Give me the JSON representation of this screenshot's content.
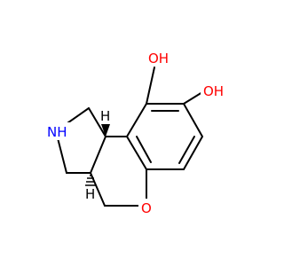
{
  "molecule": {
    "atom_labels": {
      "oh_top": "OH",
      "oh_right": "OH",
      "ring_o": "O",
      "nh": "NH",
      "h_top": "H",
      "h_bottom": "H"
    },
    "colors": {
      "bond": "#000000",
      "oxygen": "#ff0000",
      "nitrogen": "#0000ff",
      "hydrogen_on_hetero": "#808080",
      "stereo_h": "#000000"
    }
  }
}
